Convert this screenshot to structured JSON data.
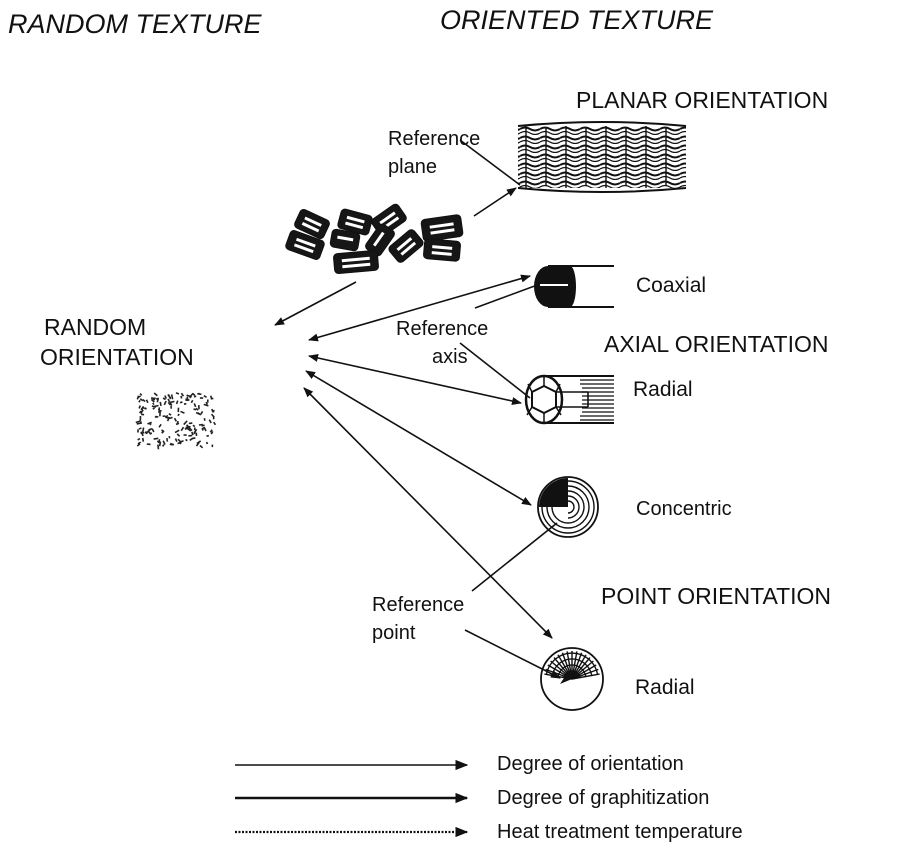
{
  "headers": {
    "random_texture": "RANDOM TEXTURE",
    "oriented_texture": "ORIENTED TEXTURE"
  },
  "random": {
    "line1": "RANDOM",
    "line2": "ORIENTATION"
  },
  "planar": {
    "title": "PLANAR ORIENTATION",
    "ref_line1": "Reference",
    "ref_line2": "plane"
  },
  "axial": {
    "title": "AXIAL ORIENTATION",
    "coaxial": "Coaxial",
    "radial": "Radial",
    "ref_line1": "Reference",
    "ref_line2": "axis"
  },
  "point": {
    "title": "POINT ORIENTATION",
    "concentric": "Concentric",
    "radial": "Radial",
    "ref_line1": "Reference",
    "ref_line2": "point"
  },
  "legend": [
    {
      "label": "Degree of orientation",
      "style": "thin"
    },
    {
      "label": "Degree of graphitization",
      "style": "medium"
    },
    {
      "label": "Heat treatment temperature",
      "style": "dashed"
    }
  ]
}
